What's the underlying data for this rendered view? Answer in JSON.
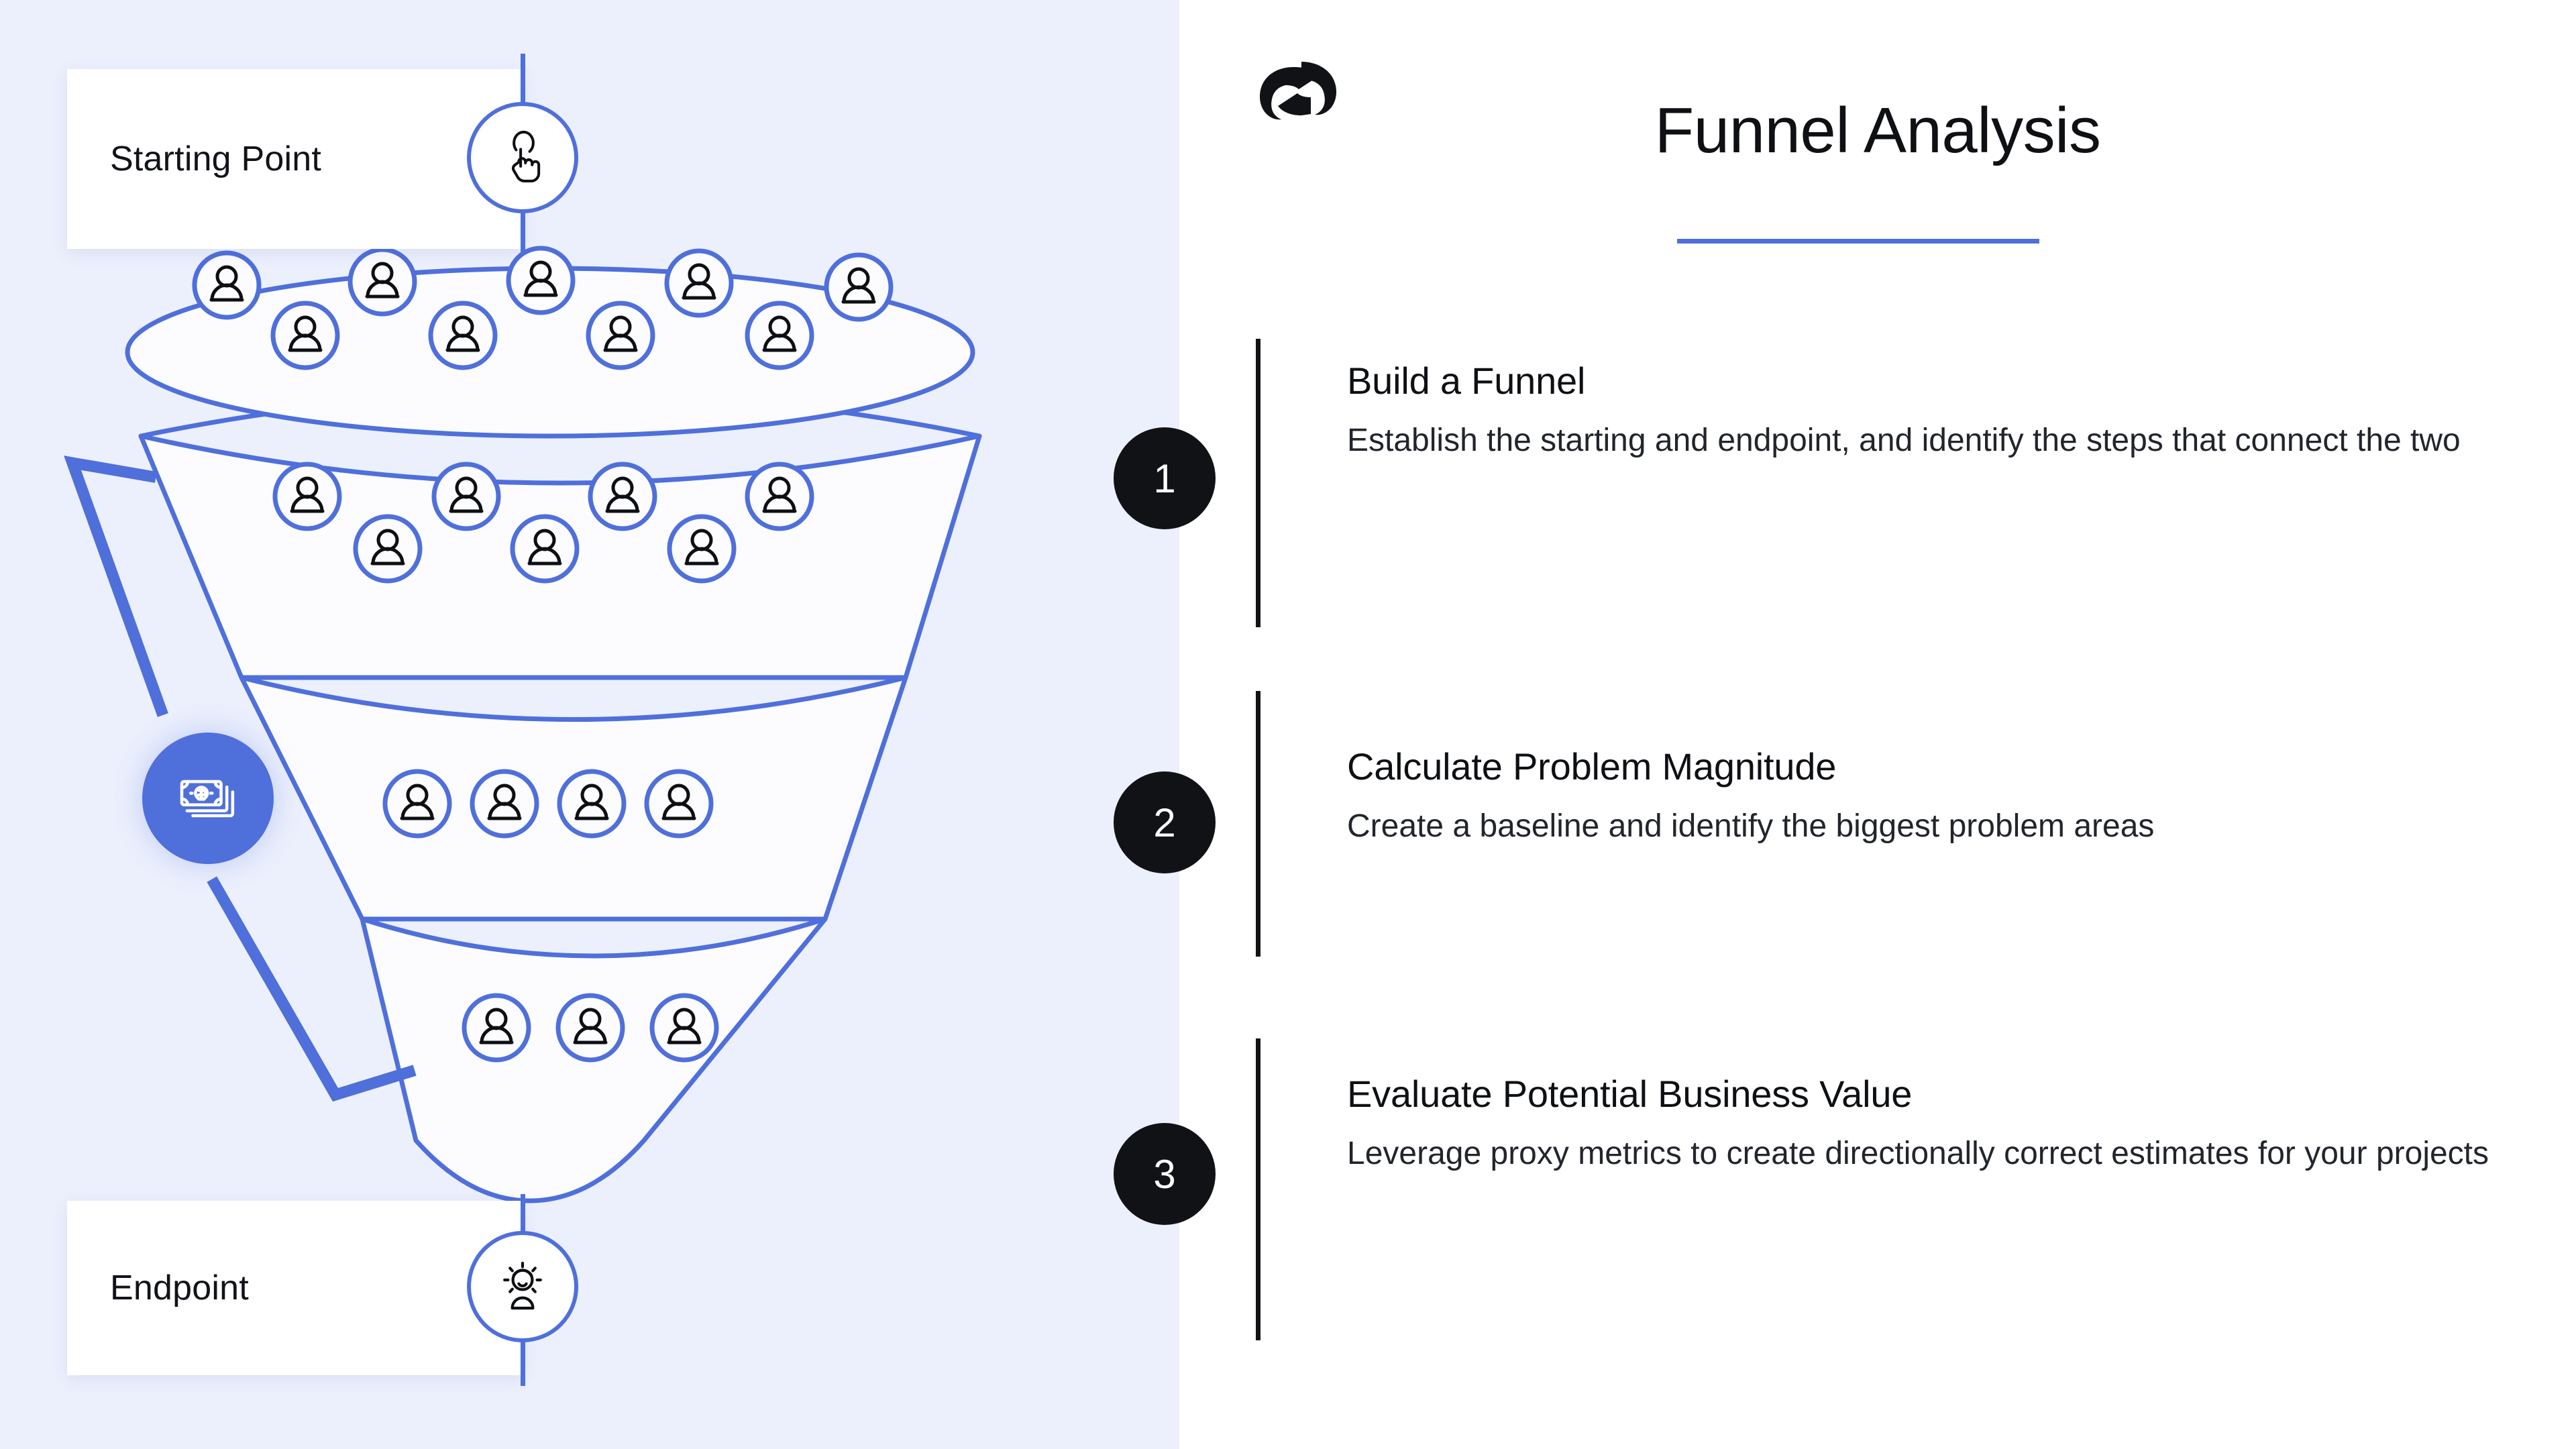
{
  "theme": {
    "left_panel_bg": "#ecf0fd",
    "right_panel_bg": "#ffffff",
    "accent_blue": "#4f6fdb",
    "badge_black": "#101215",
    "text_dark": "#0e1013"
  },
  "header": {
    "title": "Funnel Analysis",
    "logo_name": "brand-logo"
  },
  "diagram": {
    "start_card": {
      "label": "Starting Point",
      "icon": "tap-hand-icon"
    },
    "end_card": {
      "label": "Endpoint",
      "icon": "satisfied-user-icon"
    },
    "value_badge": {
      "icon": "money-stack-icon"
    },
    "funnel": {
      "tiers": [
        {
          "name": "rim",
          "avatars": 9
        },
        {
          "name": "tier-1",
          "avatars": 7
        },
        {
          "name": "tier-2",
          "avatars": 4
        },
        {
          "name": "tier-3",
          "avatars": 3
        }
      ],
      "avatar_icon": "person-avatar-icon"
    }
  },
  "steps": [
    {
      "number": "1",
      "heading": "Build a Funnel",
      "description": "Establish the starting and endpoint, and identify the steps that connect the two"
    },
    {
      "number": "2",
      "heading": "Calculate Problem Magnitude",
      "description": "Create a baseline and identify the biggest problem areas"
    },
    {
      "number": "3",
      "heading": "Evaluate Potential Business Value",
      "description": "Leverage proxy metrics to create directionally correct estimates for your projects"
    }
  ]
}
